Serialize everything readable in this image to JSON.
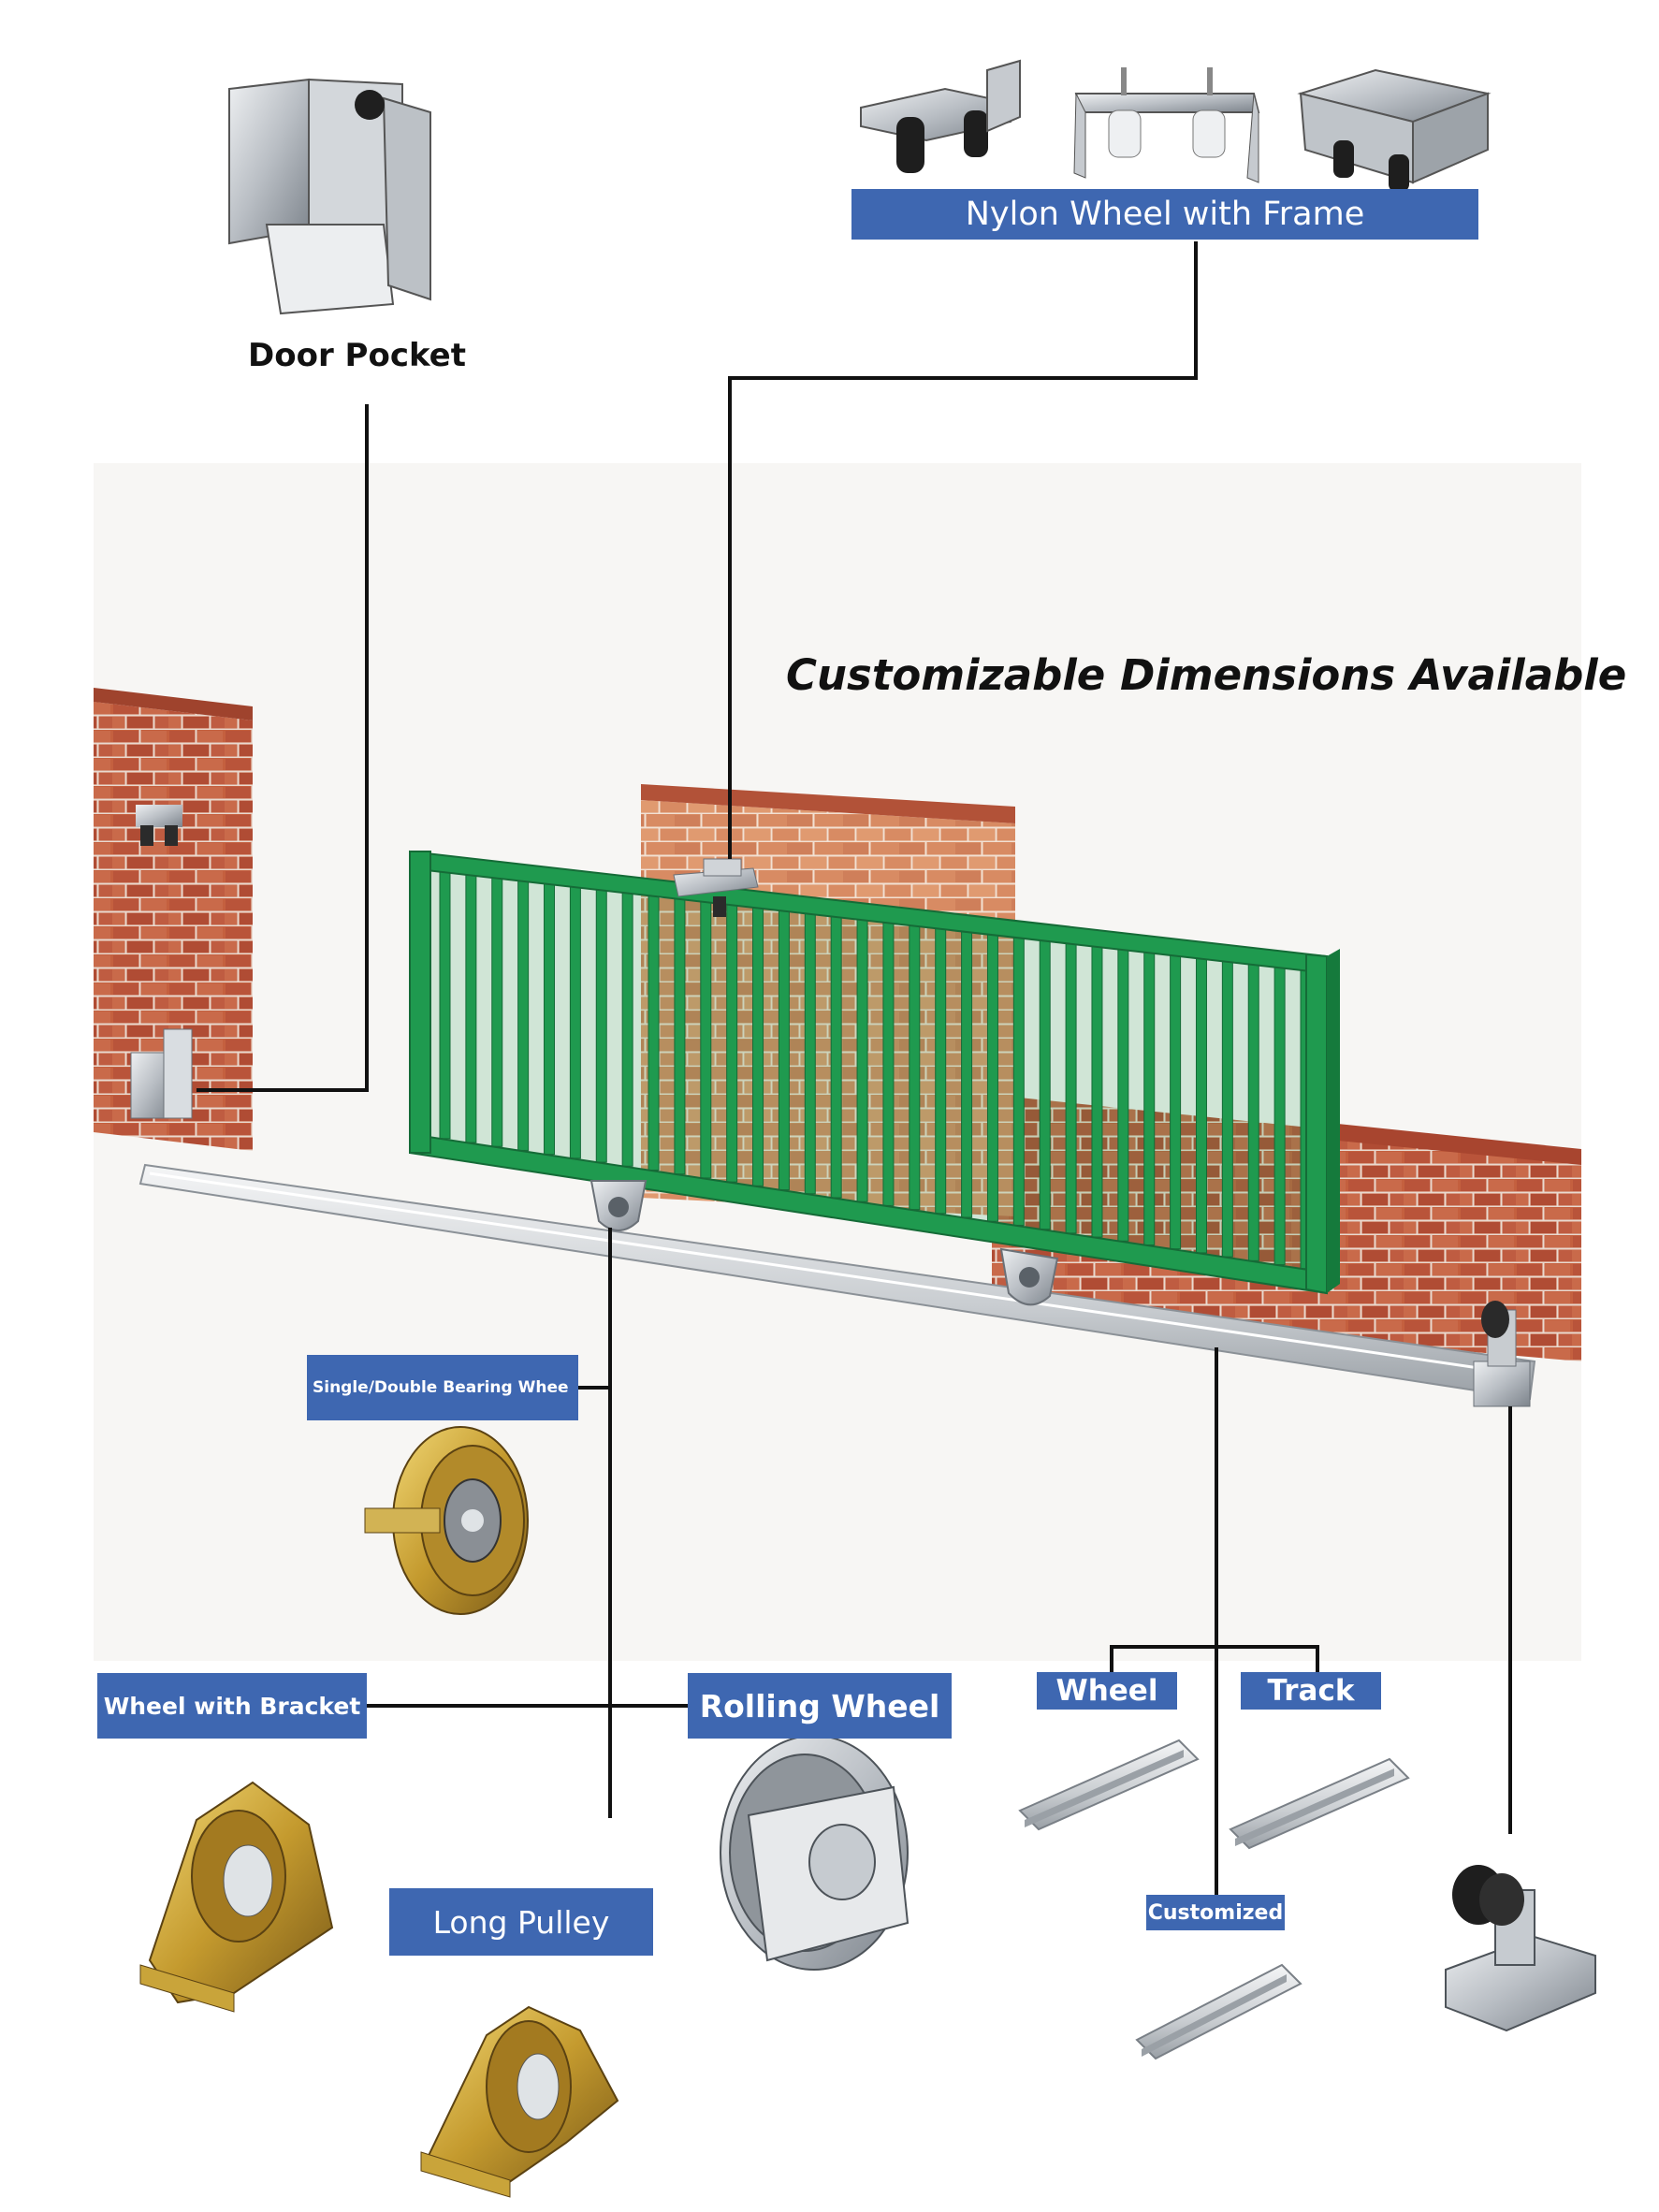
{
  "headline": "Customizable Dimensions Available",
  "labels": {
    "door_pocket": "Door Pocket",
    "nylon_wheel_frame": "Nylon Wheel with Frame",
    "bearing_wheel": "Single/Double Bearing Whee",
    "wheel_with_bracket": "Wheel with Bracket",
    "rolling_wheel": "Rolling Wheel",
    "long_pulley": "Long Pulley",
    "wheel": "Wheel",
    "track": "Track",
    "customized": "Customized"
  },
  "colors": {
    "label_bg": "#3e67b1",
    "label_text": "#ffffff",
    "connector": "#111111",
    "gate_green": "#1f9a4f",
    "brick": "#b5553c",
    "brick_light": "#d98a66",
    "metal": "#c8ccd0",
    "brass": "#c9a43a"
  },
  "icons": [
    "door-pocket-icon",
    "nylon-wheel-frame-icon",
    "bearing-wheel-icon",
    "wheel-with-bracket-icon",
    "rolling-wheel-icon",
    "long-pulley-icon",
    "track-icon",
    "gate-stopper-icon"
  ]
}
